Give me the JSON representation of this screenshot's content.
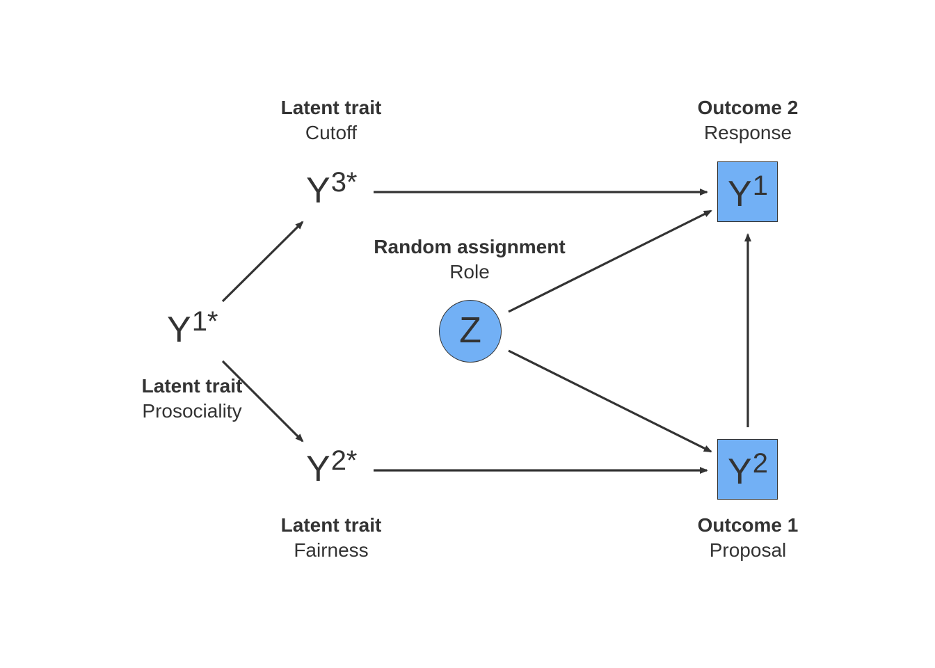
{
  "colors": {
    "node_fill": "#72b0f5",
    "stroke": "#333333",
    "text": "#333333",
    "background": "#ffffff"
  },
  "nodes": {
    "y1_star": {
      "symbol": "Y",
      "superscript": "1*",
      "title": "Latent trait",
      "subtitle": "Prosociality",
      "shape": "none"
    },
    "y3_star": {
      "symbol": "Y",
      "superscript": "3*",
      "title": "Latent trait",
      "subtitle": "Cutoff",
      "shape": "none"
    },
    "y2_star": {
      "symbol": "Y",
      "superscript": "2*",
      "title": "Latent trait",
      "subtitle": "Fairness",
      "shape": "none"
    },
    "z": {
      "symbol": "Z",
      "title": "Random assignment",
      "subtitle": "Role",
      "shape": "circle"
    },
    "y1": {
      "symbol": "Y",
      "superscript": "1",
      "title": "Outcome 2",
      "subtitle": "Response",
      "shape": "square"
    },
    "y2": {
      "symbol": "Y",
      "superscript": "2",
      "title": "Outcome 1",
      "subtitle": "Proposal",
      "shape": "square"
    }
  },
  "edges": [
    {
      "from": "y1_star",
      "to": "y3_star"
    },
    {
      "from": "y1_star",
      "to": "y2_star"
    },
    {
      "from": "y3_star",
      "to": "y1"
    },
    {
      "from": "y2_star",
      "to": "y2"
    },
    {
      "from": "z",
      "to": "y1"
    },
    {
      "from": "z",
      "to": "y2"
    },
    {
      "from": "y2",
      "to": "y1"
    }
  ]
}
